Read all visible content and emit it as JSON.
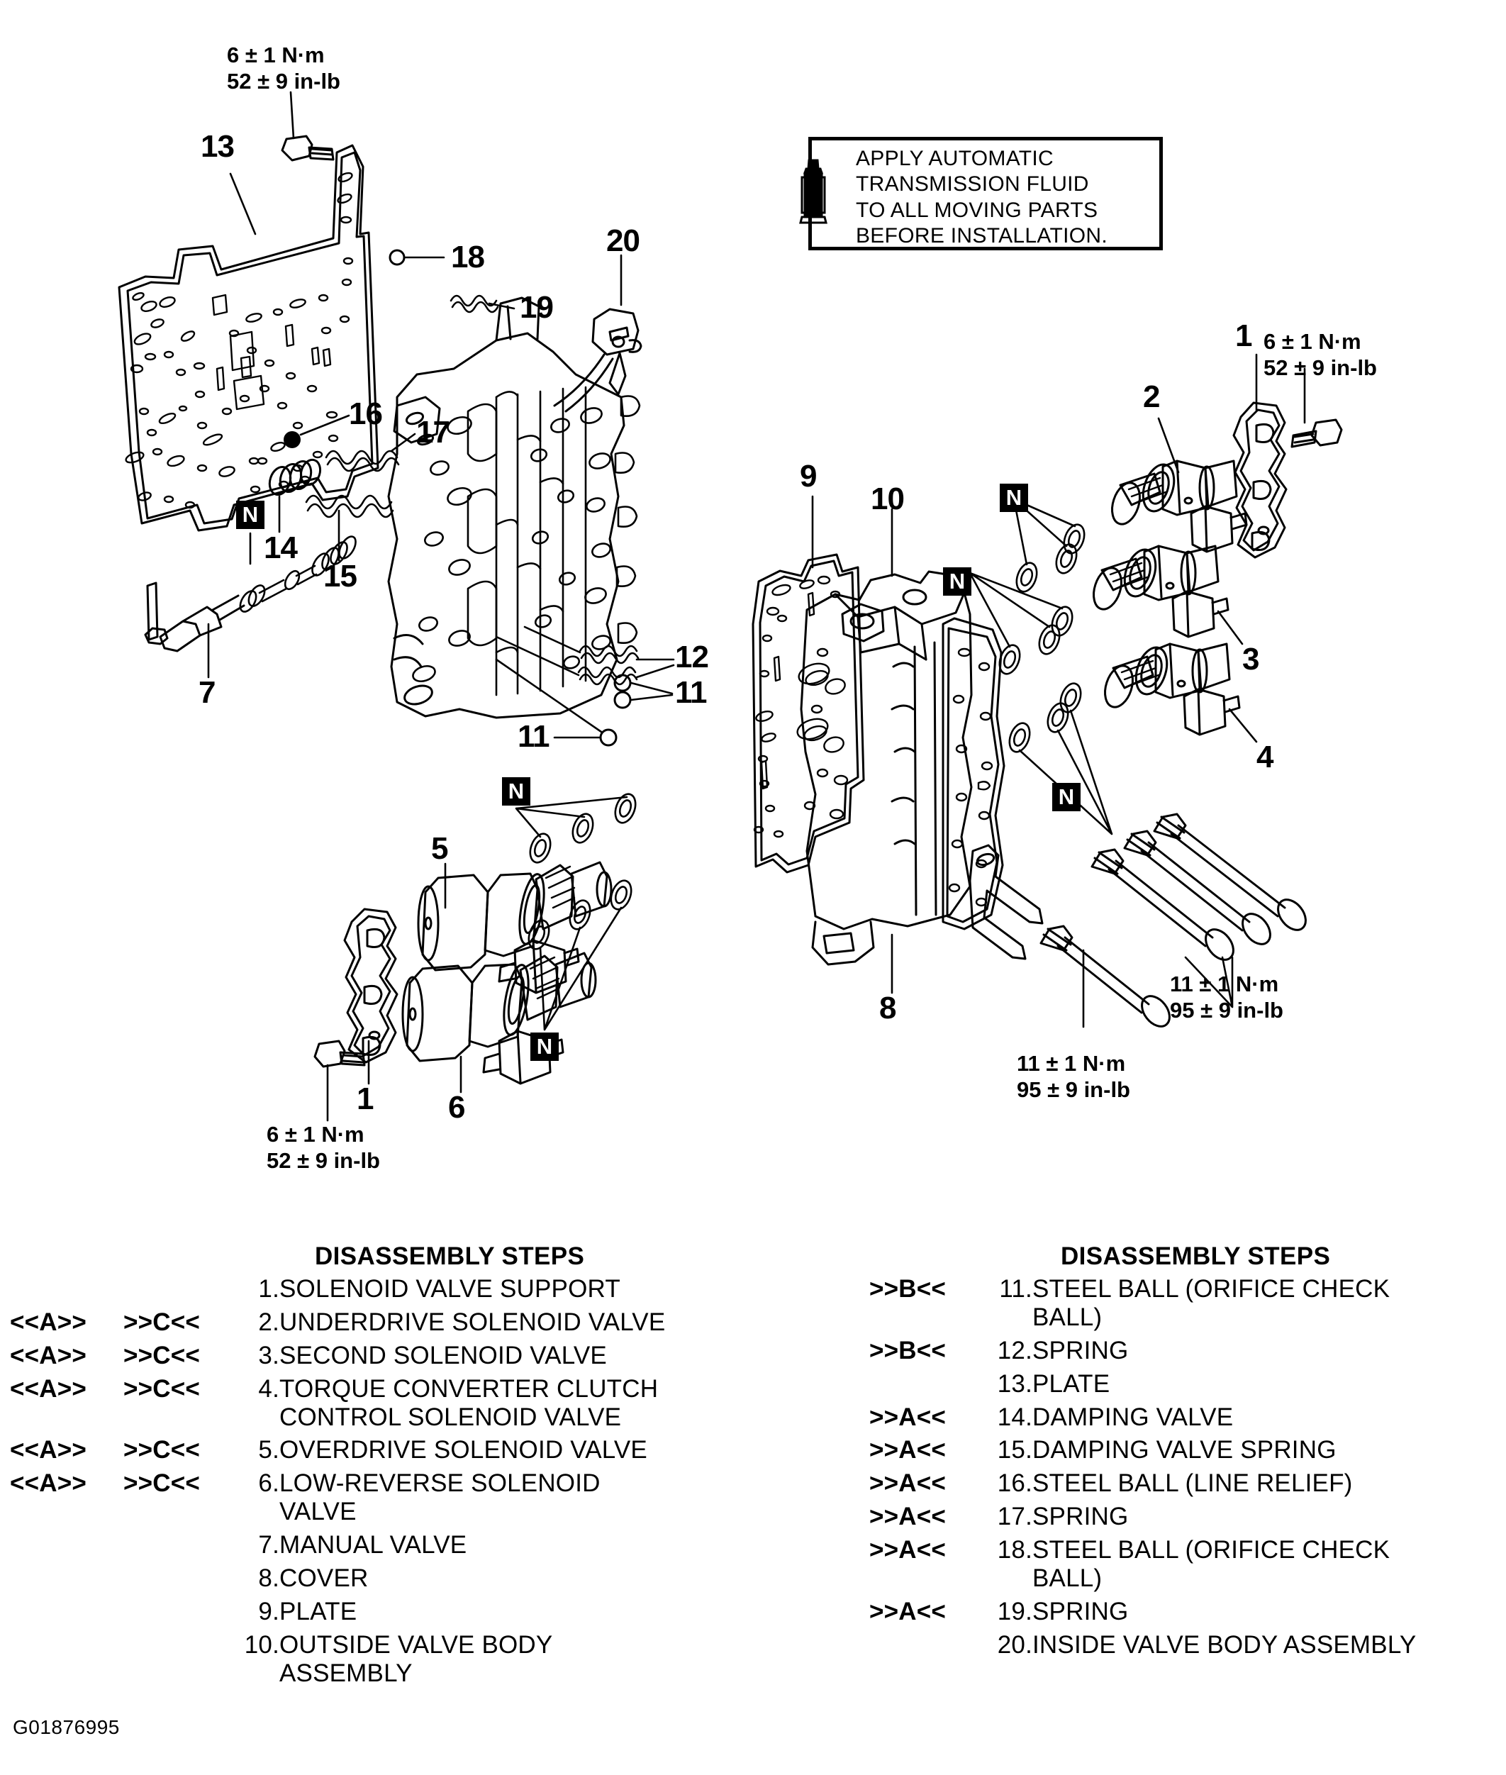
{
  "note": {
    "icon": "oil-can-icon",
    "text": "APPLY AUTOMATIC\nTRANSMISSION FLUID\nTO ALL MOVING PARTS\nBEFORE INSTALLATION."
  },
  "torque_specs": [
    {
      "id": "tq-top-left",
      "nm": "6 ± 1 N·m",
      "inlb": "52 ± 9 in-lb"
    },
    {
      "id": "tq-top-right",
      "nm": "6 ± 1 N·m",
      "inlb": "52 ± 9 in-lb"
    },
    {
      "id": "tq-bottom-left",
      "nm": "6 ± 1 N·m",
      "inlb": "52 ± 9 in-lb"
    },
    {
      "id": "tq-right-bolts",
      "nm": "11 ± 1 N·m",
      "inlb": "95 ± 9 in-lb"
    },
    {
      "id": "tq-bottom-bolt",
      "nm": "11 ± 1 N·m",
      "inlb": "95 ± 9 in-lb"
    }
  ],
  "callouts": [
    {
      "id": "c13",
      "label": "13"
    },
    {
      "id": "c18",
      "label": "18"
    },
    {
      "id": "c19",
      "label": "19"
    },
    {
      "id": "c20",
      "label": "20"
    },
    {
      "id": "c16",
      "label": "16"
    },
    {
      "id": "c17",
      "label": "17"
    },
    {
      "id": "c14",
      "label": "14"
    },
    {
      "id": "c15",
      "label": "15"
    },
    {
      "id": "c7",
      "label": "7"
    },
    {
      "id": "c12",
      "label": "12"
    },
    {
      "id": "c11a",
      "label": "11"
    },
    {
      "id": "c11b",
      "label": "11"
    },
    {
      "id": "c5",
      "label": "5"
    },
    {
      "id": "c6",
      "label": "6"
    },
    {
      "id": "c1a",
      "label": "1"
    },
    {
      "id": "c1b",
      "label": "1"
    },
    {
      "id": "c2",
      "label": "2"
    },
    {
      "id": "c3",
      "label": "3"
    },
    {
      "id": "c4",
      "label": "4"
    },
    {
      "id": "c9",
      "label": "9"
    },
    {
      "id": "c10",
      "label": "10"
    },
    {
      "id": "c8",
      "label": "8"
    }
  ],
  "n_markers": {
    "label": "N",
    "count": 6
  },
  "steps_left": {
    "title": "DISASSEMBLY STEPS",
    "rows": [
      {
        "mark_a": "",
        "mark_c": "",
        "num": "1.",
        "desc": "SOLENOID VALVE SUPPORT"
      },
      {
        "mark_a": "<<A>>",
        "mark_c": ">>C<<",
        "num": "2.",
        "desc": "UNDERDRIVE SOLENOID VALVE"
      },
      {
        "mark_a": "<<A>>",
        "mark_c": ">>C<<",
        "num": "3.",
        "desc": "SECOND SOLENOID VALVE"
      },
      {
        "mark_a": "<<A>>",
        "mark_c": ">>C<<",
        "num": "4.",
        "desc": "TORQUE CONVERTER CLUTCH\nCONTROL SOLENOID VALVE"
      },
      {
        "mark_a": "<<A>>",
        "mark_c": ">>C<<",
        "num": "5.",
        "desc": "OVERDRIVE SOLENOID VALVE"
      },
      {
        "mark_a": "<<A>>",
        "mark_c": ">>C<<",
        "num": "6.",
        "desc": "LOW-REVERSE SOLENOID\nVALVE"
      },
      {
        "mark_a": "",
        "mark_c": "",
        "num": "7.",
        "desc": "MANUAL VALVE"
      },
      {
        "mark_a": "",
        "mark_c": "",
        "num": "8.",
        "desc": "COVER"
      },
      {
        "mark_a": "",
        "mark_c": "",
        "num": "9.",
        "desc": "PLATE"
      },
      {
        "mark_a": "",
        "mark_c": "",
        "num": "10.",
        "desc": "OUTSIDE VALVE BODY\nASSEMBLY"
      }
    ]
  },
  "steps_right": {
    "title": "DISASSEMBLY STEPS",
    "rows": [
      {
        "mark": ">>B<<",
        "num": "11.",
        "desc": "STEEL BALL (ORIFICE CHECK\nBALL)"
      },
      {
        "mark": ">>B<<",
        "num": "12.",
        "desc": "SPRING"
      },
      {
        "mark": "",
        "num": "13.",
        "desc": "PLATE"
      },
      {
        "mark": ">>A<<",
        "num": "14.",
        "desc": "DAMPING VALVE"
      },
      {
        "mark": ">>A<<",
        "num": "15.",
        "desc": "DAMPING VALVE SPRING"
      },
      {
        "mark": ">>A<<",
        "num": "16.",
        "desc": "STEEL BALL (LINE RELIEF)"
      },
      {
        "mark": ">>A<<",
        "num": "17.",
        "desc": "SPRING"
      },
      {
        "mark": ">>A<<",
        "num": "18.",
        "desc": "STEEL BALL (ORIFICE CHECK\nBALL)"
      },
      {
        "mark": ">>A<<",
        "num": "19.",
        "desc": "SPRING"
      },
      {
        "mark": "",
        "num": "20.",
        "desc": "INSIDE VALVE BODY ASSEMBLY"
      }
    ]
  },
  "figure_code": "G01876995",
  "colors": {
    "ink": "#000000",
    "paper": "#ffffff"
  }
}
